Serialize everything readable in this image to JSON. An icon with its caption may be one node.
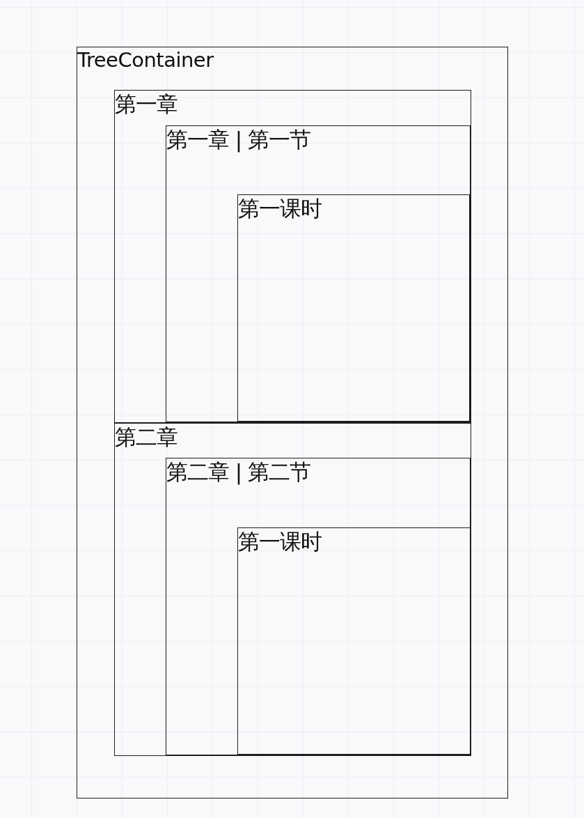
{
  "diagram": {
    "nodes": [
      {
        "text": [
          "TreeContainer"
        ]
      },
      {
        "text": [
          "第一章"
        ],
        "in": 0
      },
      {
        "text": [
          "第一章 | 第一节"
        ],
        "in": 1
      },
      {
        "text": [
          "第一课时"
        ],
        "in": 2
      },
      {
        "text": [
          "第二章"
        ],
        "in": 0
      },
      {
        "text": [
          "第二章 | 第二节"
        ],
        "in": 4
      },
      {
        "text": [
          "第一课时"
        ],
        "in": 5
      }
    ]
  }
}
